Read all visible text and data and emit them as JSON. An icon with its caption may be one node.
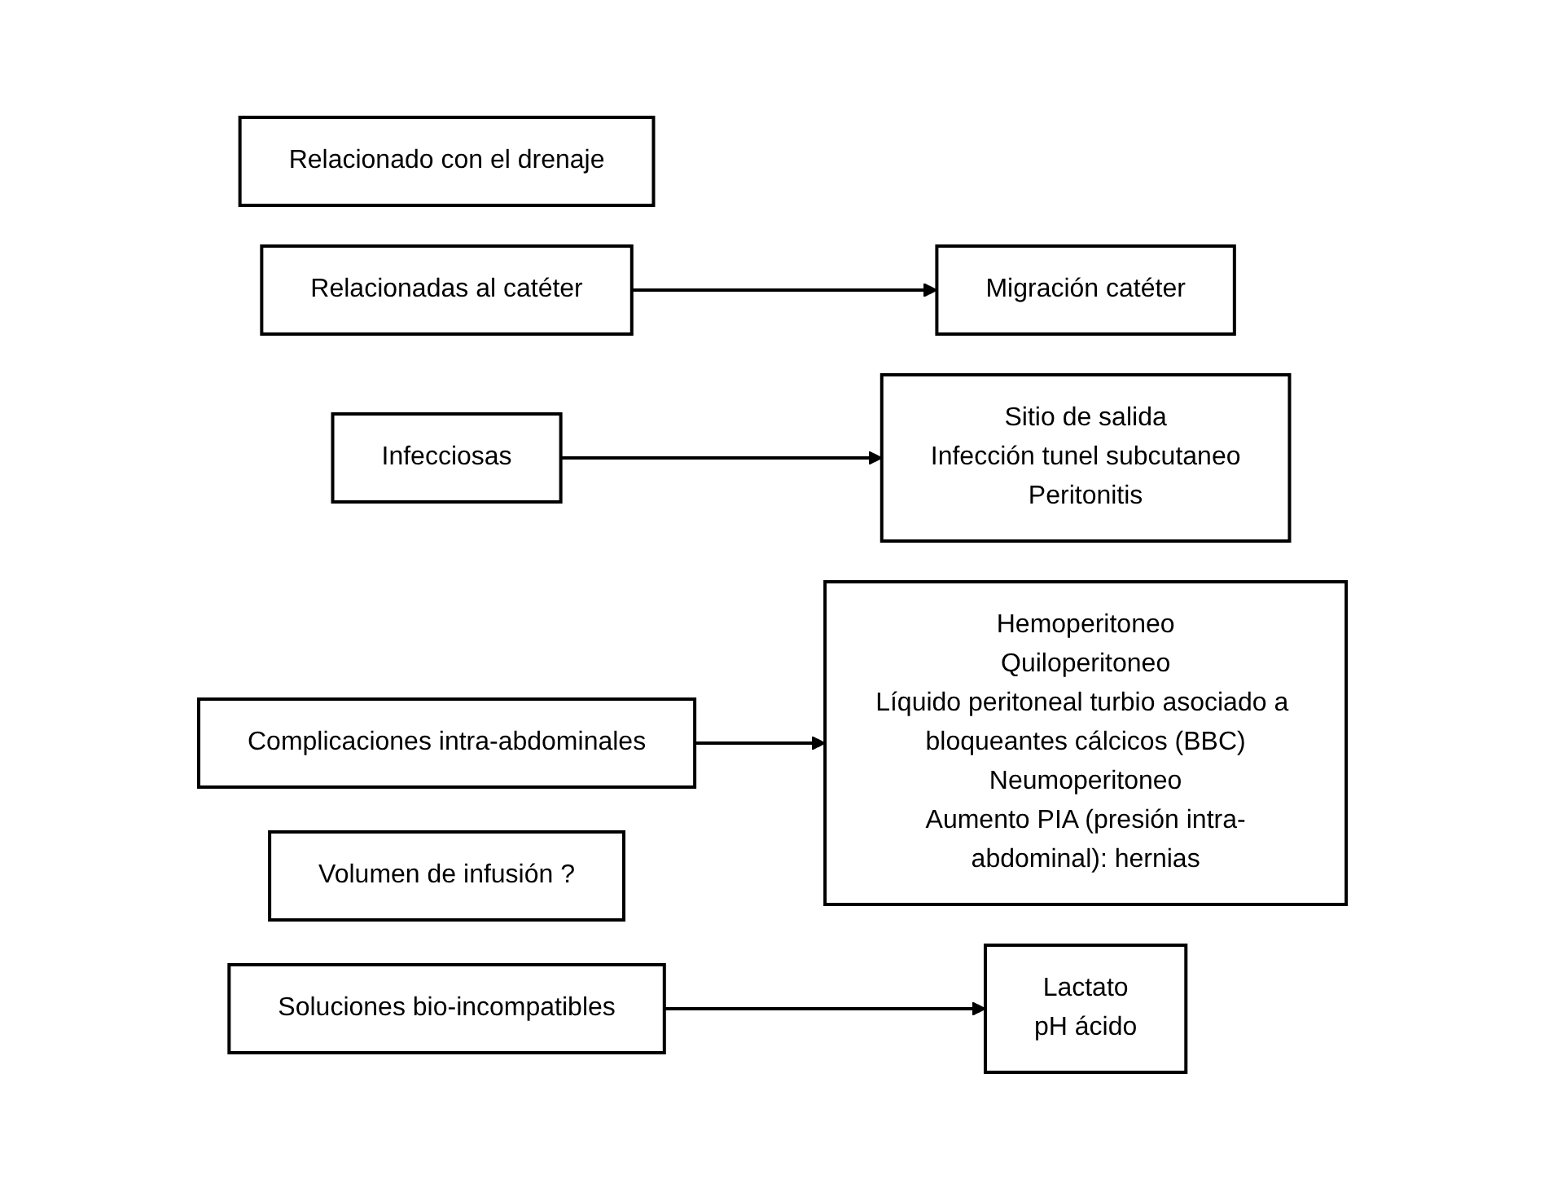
{
  "diagram": {
    "nodes": [
      {
        "text": [
          "Relacionado con el drenaje"
        ]
      },
      {
        "text": [
          "Relacionadas al catéter"
        ]
      },
      {
        "text": [
          "Migración catéter"
        ]
      },
      {
        "text": [
          "Infecciosas"
        ]
      },
      {
        "text": [
          "Sitio de salida",
          "Infección tunel subcutaneo",
          "Peritonitis"
        ]
      },
      {
        "text": [
          "Complicaciones intra-abdominales"
        ]
      },
      {
        "text": [
          "Hemoperitoneo",
          "Quiloperitoneo",
          "Líquido peritoneal turbio asociado a bloqueantes cálcicos (BBC)",
          "Neumoperitoneo",
          "Aumento PIA (presión intra-abdominal): hernias"
        ]
      },
      {
        "text": [
          "Volumen de infusión ?"
        ]
      },
      {
        "text": [
          "Soluciones bio-incompatibles"
        ]
      },
      {
        "text": [
          "Lactato",
          "pH ácido"
        ]
      }
    ],
    "edges": [
      {
        "from": 1,
        "to": 2,
        "arrow": "to"
      },
      {
        "from": 3,
        "to": 4,
        "arrow": "to"
      },
      {
        "from": 5,
        "to": 6,
        "arrow": "to"
      },
      {
        "from": 8,
        "to": 9,
        "arrow": "to"
      }
    ]
  }
}
